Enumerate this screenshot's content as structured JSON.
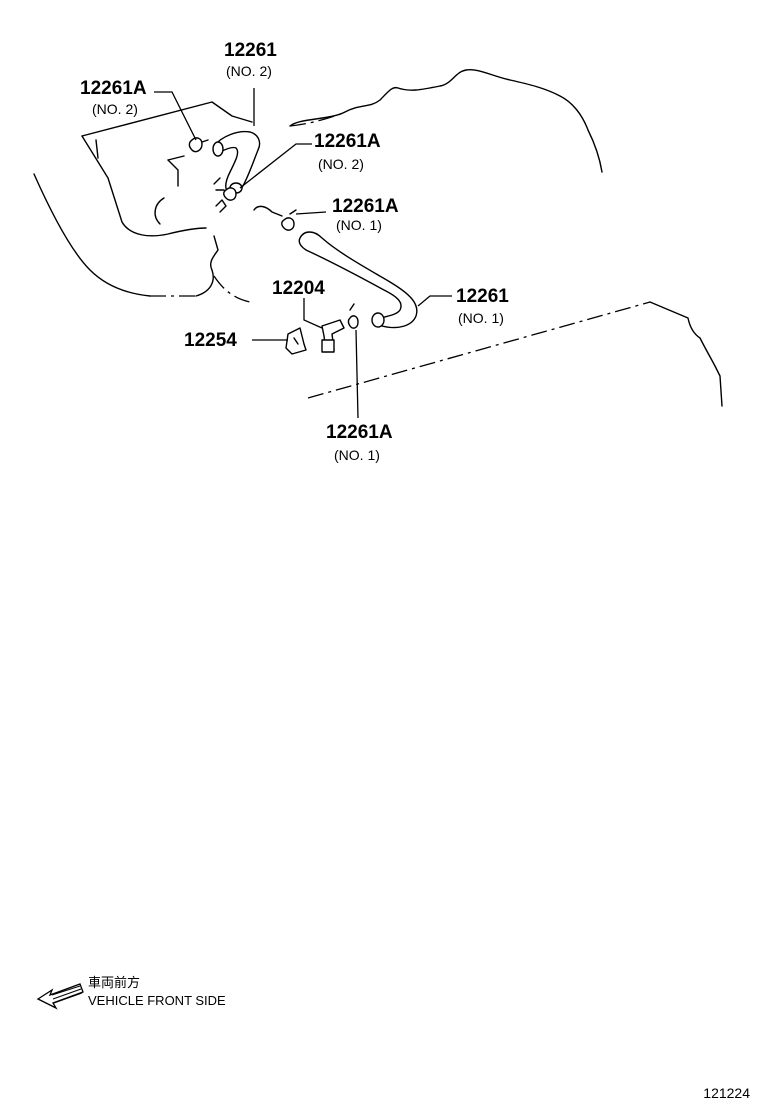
{
  "callouts": [
    {
      "id": "c1",
      "part": "12261",
      "sub": "(NO. 2)"
    },
    {
      "id": "c2",
      "part": "12261A",
      "sub": "(NO. 2)"
    },
    {
      "id": "c3",
      "part": "12261A",
      "sub": "(NO. 2)"
    },
    {
      "id": "c4",
      "part": "12261A",
      "sub": "(NO. 1)"
    },
    {
      "id": "c5",
      "part": "12204",
      "sub": ""
    },
    {
      "id": "c6",
      "part": "12261",
      "sub": "(NO. 1)"
    },
    {
      "id": "c7",
      "part": "12254",
      "sub": ""
    },
    {
      "id": "c8",
      "part": "12261A",
      "sub": "(NO. 1)"
    }
  ],
  "legend": {
    "jp": "車両前方",
    "en": "VEHICLE FRONT SIDE",
    "arrow_icon": "front-arrow-icon"
  },
  "figure_id": "121224"
}
